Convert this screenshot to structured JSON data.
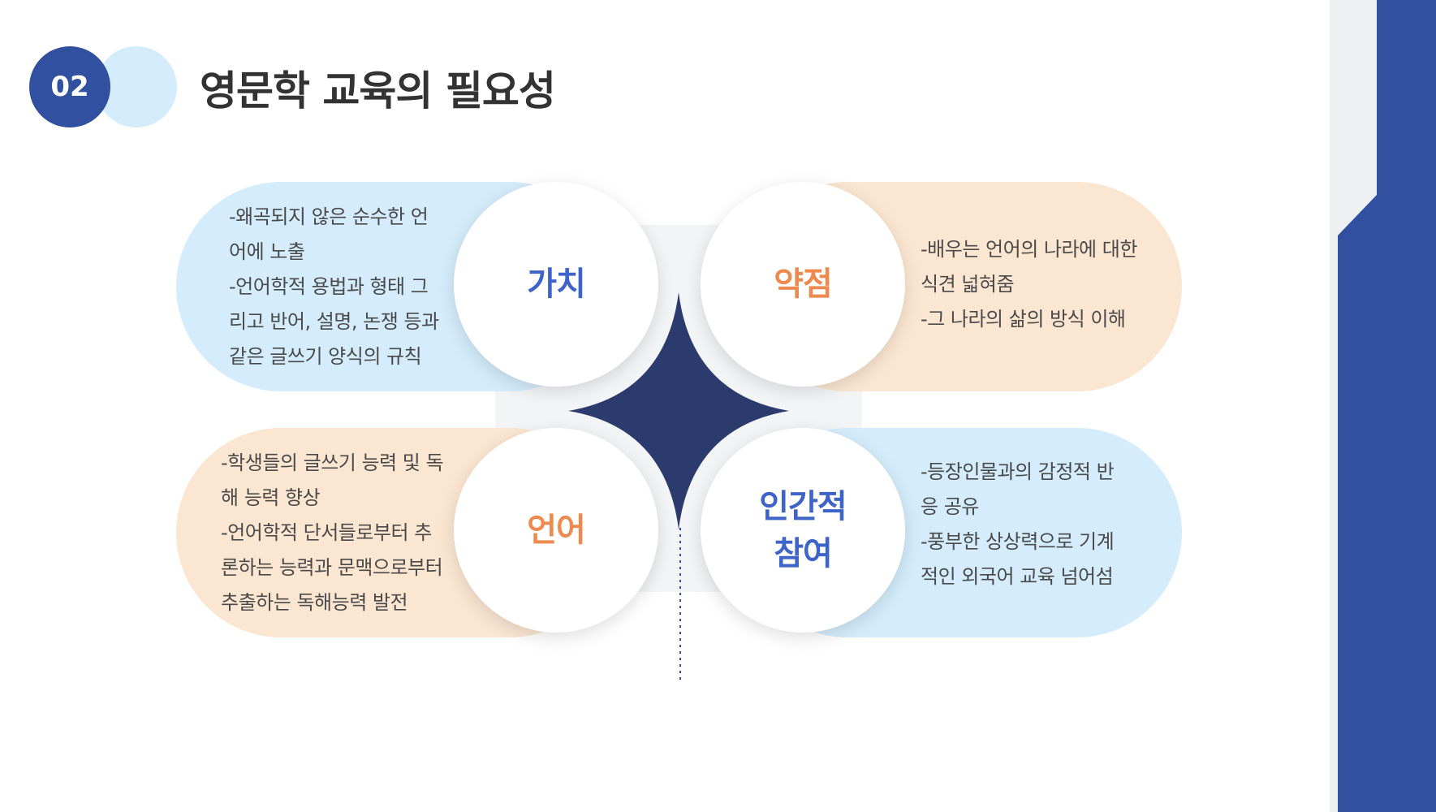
{
  "header": {
    "number": "02",
    "title": "영문학 교육의 필요성"
  },
  "colors": {
    "primary_blue": "#3150a0",
    "navy_star": "#2c3b6e",
    "light_blue": "#d4ecfb",
    "peach": "#fbe6d1",
    "blue_text": "#3e63c9",
    "orange_text": "#ee8a4f"
  },
  "quadrants": {
    "top_left": {
      "label": "가치",
      "lines": [
        "-왜곡되지 않은 순수한 언",
        "어에 노출",
        "-언어학적 용법과 형태 그",
        "리고 반어, 설명, 논쟁 등과",
        "같은 글쓰기 양식의 규칙"
      ]
    },
    "top_right": {
      "label": "약점",
      "lines": [
        "-배우는 언어의 나라에 대한",
        "식견 넓혀줌",
        "-그 나라의 삶의 방식 이해"
      ]
    },
    "bottom_left": {
      "label": "언어",
      "lines": [
        "-학생들의 글쓰기 능력 및 독",
        "해 능력 향상",
        "-언어학적 단서들로부터 추",
        "론하는 능력과 문맥으로부터",
        "추출하는 독해능력 발전"
      ]
    },
    "bottom_right": {
      "label": "인간적\n참여",
      "lines": [
        "-등장인물과의 감정적 반",
        "응 공유",
        "-풍부한 상상력으로 기계",
        "적인 외국어 교육 넘어섬"
      ]
    }
  }
}
